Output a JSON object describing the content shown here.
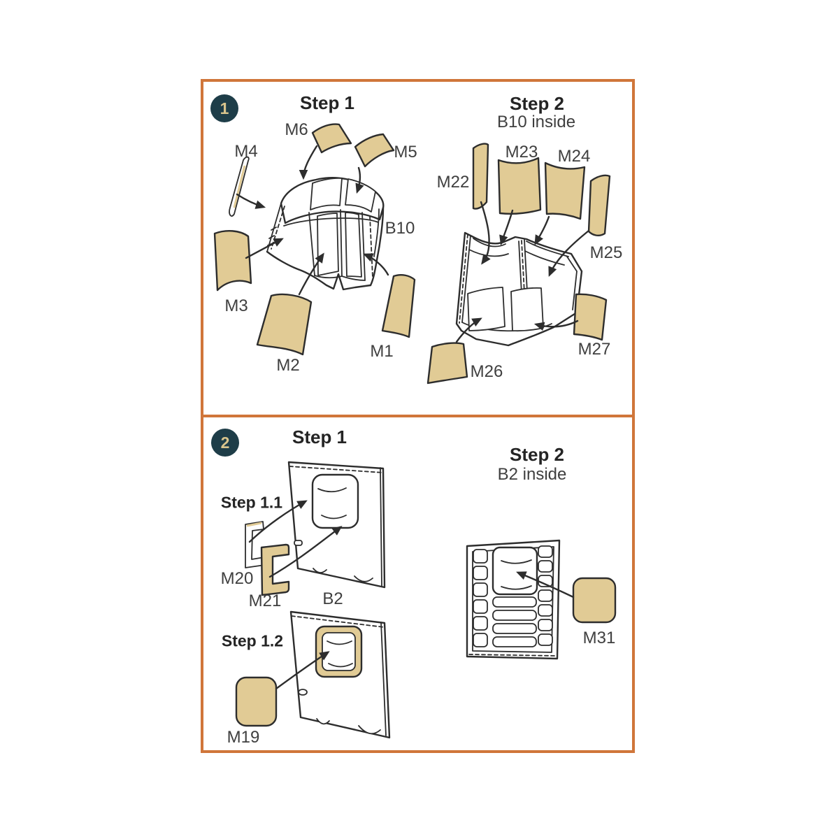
{
  "colors": {
    "frame": "#d0763a",
    "mask": "#e1cb95",
    "line": "#2d2d2d",
    "label": "#3f3f3f",
    "title": "#242424",
    "badge-bg": "#1e3d48",
    "badge-fg": "#d9c48c",
    "paper": "#ffffff"
  },
  "p1": {
    "badge": "1",
    "s1_title": "Step 1",
    "s2_title": "Step 2",
    "s2_subtitle": "B10 inside",
    "labels": {
      "m1": "M1",
      "m2": "M2",
      "m3": "M3",
      "m4": "M4",
      "m5": "M5",
      "m6": "M6",
      "b10": "B10",
      "m22": "M22",
      "m23": "M23",
      "m24": "M24",
      "m25": "M25",
      "m26": "M26",
      "m27": "M27"
    }
  },
  "p2": {
    "badge": "2",
    "s1_title": "Step 1",
    "s11_title": "Step 1.1",
    "s12_title": "Step 1.2",
    "s2_title": "Step 2",
    "s2_subtitle": "B2 inside",
    "labels": {
      "m19": "M19",
      "m20": "M20",
      "m21": "M21",
      "b2": "B2",
      "m31": "M31"
    }
  }
}
